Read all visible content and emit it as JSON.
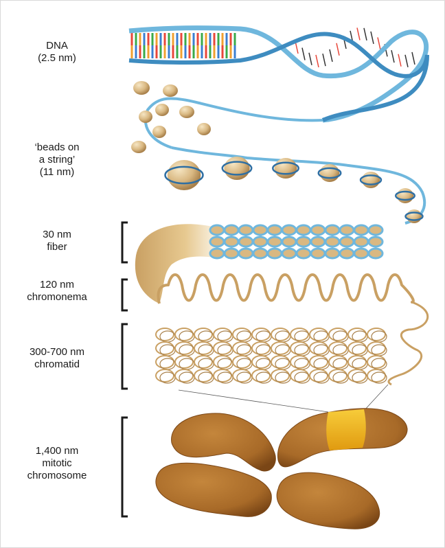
{
  "levels": [
    {
      "id": "dna",
      "label": "DNA\n(2.5 nm)"
    },
    {
      "id": "beads",
      "label": "‘beads on\na string’\n(11 nm)"
    },
    {
      "id": "fiber",
      "label": "30 nm\nfiber"
    },
    {
      "id": "chromonema",
      "label": "120 nm\nchromonema"
    },
    {
      "id": "chromatid",
      "label": "300-700 nm\nchromatid"
    },
    {
      "id": "chromosome",
      "label": "1,400 nm\nmitotic\nchromosome"
    }
  ],
  "colors": {
    "dna_backbone": "#6fb7dd",
    "dna_backbone_dark": "#2f6fa3",
    "base_red": "#e8473a",
    "base_green": "#3aaa4a",
    "base_orange": "#f0a030",
    "base_blue": "#3b7fd0",
    "histone": "#d9b882",
    "histone_dark": "#a8804a",
    "chromatin_gold": "#c9a063",
    "chromosome": "#a86a28",
    "chromosome_dark": "#7a4616",
    "highlight_band": "#f2b418",
    "bracket": "#1a1a1a"
  }
}
